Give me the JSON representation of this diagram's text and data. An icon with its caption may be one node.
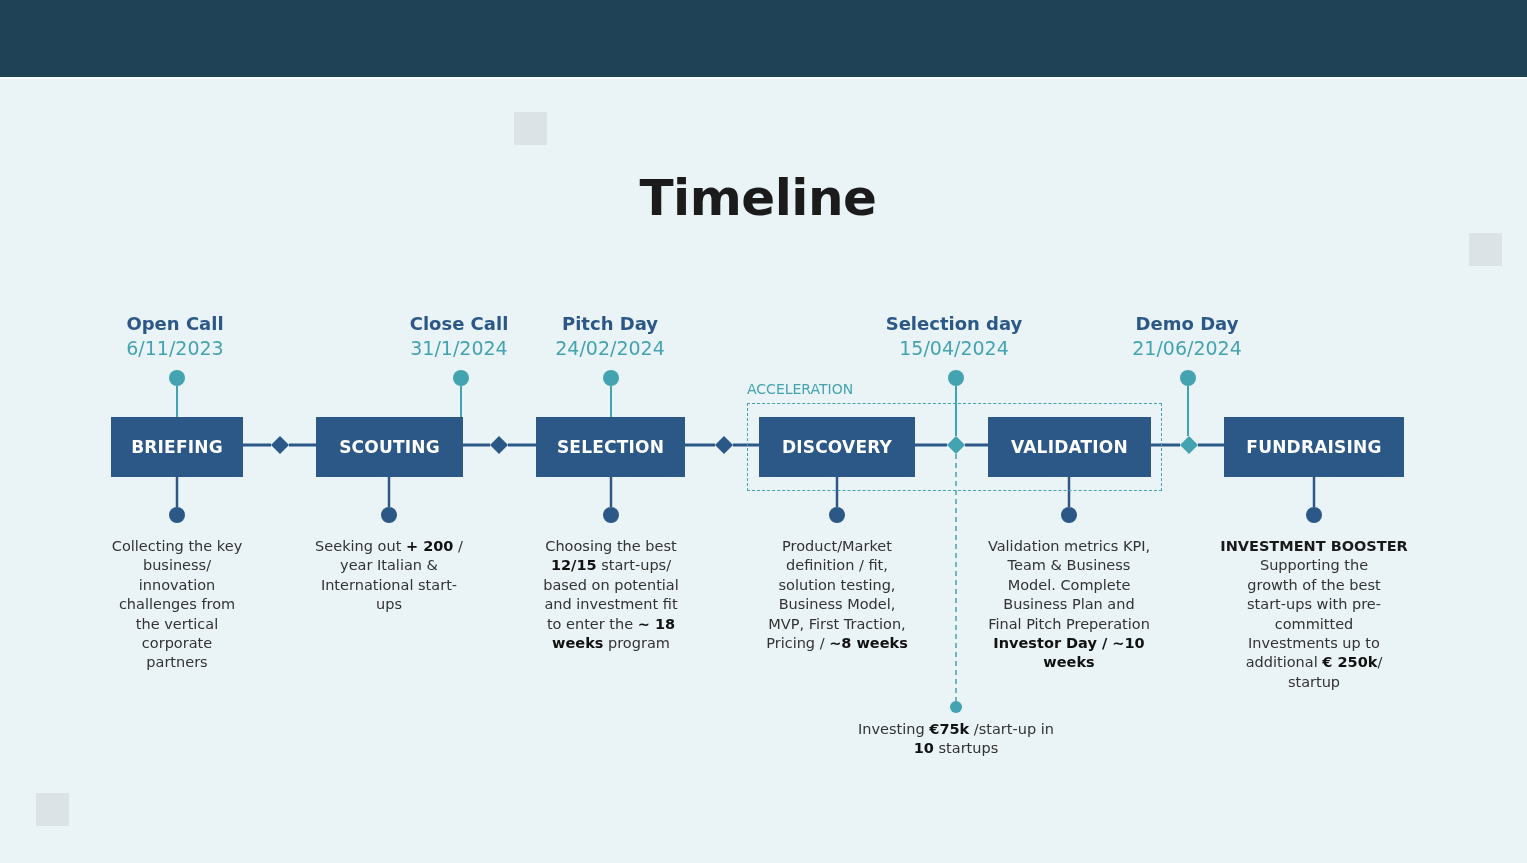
{
  "diagram": {
    "title": "Timeline",
    "nodes": [
      {
        "text": [],
        "shape": "circle",
        "beside": [
          "Open Call",
          "6/11/2023"
        ]
      },
      {
        "text": [],
        "shape": "circle",
        "beside": [
          "Close Call",
          "31/1/2024"
        ]
      },
      {
        "text": [],
        "shape": "circle",
        "beside": [
          "Pitch Day",
          "24/02/2024"
        ]
      },
      {
        "text": [],
        "shape": "circle",
        "beside": [
          "Selection day",
          "15/04/2024"
        ]
      },
      {
        "text": [],
        "shape": "circle",
        "beside": [
          "Demo Day",
          "21/06/2024"
        ]
      },
      {
        "text": [
          "BRIEFING"
        ]
      },
      {
        "text": [],
        "shape": "diamond"
      },
      {
        "text": [
          "SCOUTING"
        ]
      },
      {
        "text": [],
        "shape": "diamond"
      },
      {
        "text": [
          "SELECTION"
        ]
      },
      {
        "text": [],
        "shape": "diamond"
      },
      {
        "text": [
          "ACCELERATION"
        ]
      },
      {
        "text": [
          "DISCOVERY"
        ],
        "in": 11
      },
      {
        "text": [],
        "shape": "diamond",
        "in": 11
      },
      {
        "text": [
          "VALIDATION"
        ],
        "in": 11
      },
      {
        "text": [],
        "shape": "diamond"
      },
      {
        "text": [
          "FUNDRAISING"
        ]
      },
      {
        "text": [],
        "shape": "circle",
        "beside": [
          "Collecting the key business/ innovation challenges from the vertical corporate partners"
        ]
      },
      {
        "text": [],
        "shape": "circle",
        "beside": [
          "Seeking out **+ 200** / year Italian & International start-ups"
        ]
      },
      {
        "text": [],
        "shape": "circle",
        "beside": [
          "Choosing the best **12/15** start-ups/ based on potential and investment fit to enter the **~ 18 weeks** program"
        ]
      },
      {
        "text": [],
        "shape": "circle",
        "beside": [
          "Product/Market definition / fit, solution testing, Business Model, MVP, First Traction, Pricing / **~8 weeks**"
        ]
      },
      {
        "text": [],
        "shape": "circle",
        "beside": [
          "Validation metrics KPI, Team & Business Model. Complete Business Plan and Final Pitch Preperation **Investor Day / ~10 weeks**"
        ]
      },
      {
        "text": [],
        "shape": "circle",
        "beside": [
          "INVESTMENT BOOSTER",
          "Supporting the growth of the best start-ups with pre-committed Investments up to additional **€ 250k**/ startup"
        ]
      },
      {
        "text": [],
        "shape": "circle",
        "beside": [
          "Investing **€75k** /start-up in **10** startups"
        ]
      }
    ],
    "edges": [
      {
        "from": 5,
        "to": 6,
        "arrow": "none"
      },
      {
        "from": 6,
        "to": 7,
        "arrow": "none"
      },
      {
        "from": 7,
        "to": 8,
        "arrow": "none"
      },
      {
        "from": 8,
        "to": 9,
        "arrow": "none"
      },
      {
        "from": 9,
        "to": 10,
        "arrow": "none"
      },
      {
        "from": 10,
        "to": 12,
        "arrow": "none"
      },
      {
        "from": 12,
        "to": 13,
        "arrow": "none"
      },
      {
        "from": 13,
        "to": 14,
        "arrow": "none"
      },
      {
        "from": 14,
        "to": 15,
        "arrow": "none"
      },
      {
        "from": 15,
        "to": 16,
        "arrow": "none"
      },
      {
        "from": 0,
        "to": 5,
        "arrow": "none",
        "color": "#44a3b0"
      },
      {
        "from": 1,
        "to": 7,
        "arrow": "none",
        "color": "#44a3b0"
      },
      {
        "from": 2,
        "to": 9,
        "arrow": "none",
        "color": "#44a3b0"
      },
      {
        "from": 3,
        "to": 13,
        "arrow": "none",
        "color": "#44a3b0"
      },
      {
        "from": 4,
        "to": 15,
        "arrow": "none",
        "color": "#44a3b0"
      },
      {
        "from": 13,
        "to": 23,
        "arrow": "none",
        "style": "dashed",
        "color": "#44a3b0"
      },
      {
        "from": 5,
        "to": 17,
        "arrow": "none"
      },
      {
        "from": 7,
        "to": 18,
        "arrow": "none"
      },
      {
        "from": 9,
        "to": 19,
        "arrow": "none"
      },
      {
        "from": 12,
        "to": 20,
        "arrow": "none"
      },
      {
        "from": 14,
        "to": 21,
        "arrow": "none"
      },
      {
        "from": 16,
        "to": 22,
        "arrow": "none"
      }
    ]
  }
}
